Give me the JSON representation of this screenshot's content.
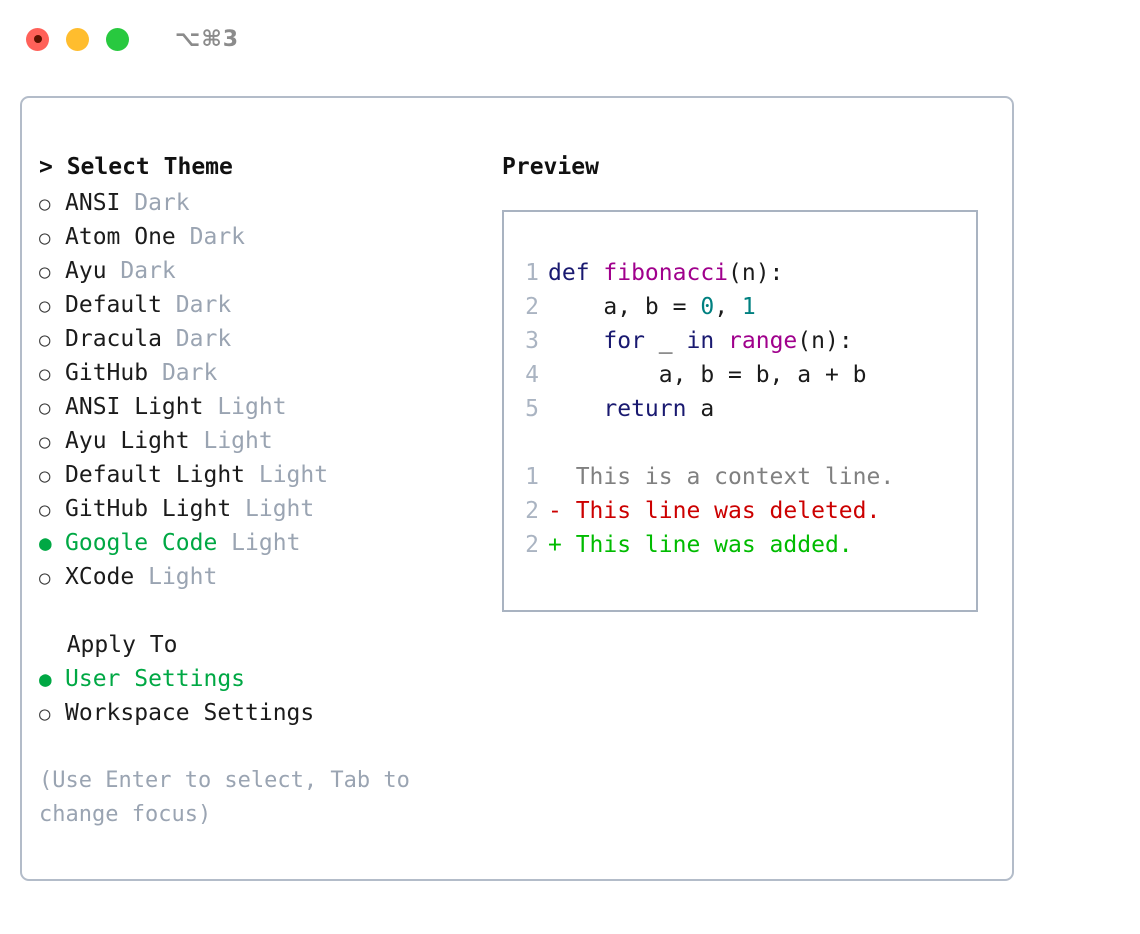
{
  "window": {
    "title": "⌥⌘3",
    "traffic_lights": [
      {
        "name": "close",
        "color": "#ff6159",
        "focused": true
      },
      {
        "name": "minimize",
        "color": "#ffbd2e",
        "focused": false
      },
      {
        "name": "zoom",
        "color": "#28c93f",
        "focused": false
      }
    ]
  },
  "theme_picker": {
    "heading": "> Select Theme",
    "bullet_selected": "●",
    "bullet_unselected": "○",
    "options": [
      {
        "label": "ANSI",
        "tag": "Dark",
        "selected": false
      },
      {
        "label": "Atom One",
        "tag": "Dark",
        "selected": false
      },
      {
        "label": "Ayu",
        "tag": "Dark",
        "selected": false
      },
      {
        "label": "Default",
        "tag": "Dark",
        "selected": false
      },
      {
        "label": "Dracula",
        "tag": "Dark",
        "selected": false
      },
      {
        "label": "GitHub",
        "tag": "Dark",
        "selected": false
      },
      {
        "label": "ANSI Light",
        "tag": "Light",
        "selected": false
      },
      {
        "label": "Ayu Light",
        "tag": "Light",
        "selected": false
      },
      {
        "label": "Default Light",
        "tag": "Light",
        "selected": false
      },
      {
        "label": "GitHub Light",
        "tag": "Light",
        "selected": false
      },
      {
        "label": "Google Code",
        "tag": "Light",
        "selected": true
      },
      {
        "label": "XCode",
        "tag": "Light",
        "selected": false
      }
    ]
  },
  "apply_to": {
    "heading": "  Apply To",
    "options": [
      {
        "label": "User Settings",
        "selected": true
      },
      {
        "label": "Workspace Settings",
        "selected": false
      }
    ]
  },
  "hint": "(Use Enter to select, Tab to change focus)",
  "preview": {
    "title": "Preview",
    "code_lines": [
      {
        "num": "1",
        "tokens": [
          {
            "t": "def ",
            "c": "kw"
          },
          {
            "t": "fibonacci",
            "c": "fn"
          },
          {
            "t": "(n):",
            "c": "plain"
          }
        ]
      },
      {
        "num": "2",
        "tokens": [
          {
            "t": "    a, b = ",
            "c": "plain"
          },
          {
            "t": "0",
            "c": "num"
          },
          {
            "t": ", ",
            "c": "plain"
          },
          {
            "t": "1",
            "c": "num"
          }
        ]
      },
      {
        "num": "3",
        "tokens": [
          {
            "t": "    ",
            "c": "plain"
          },
          {
            "t": "for",
            "c": "kw"
          },
          {
            "t": " _ ",
            "c": "plain"
          },
          {
            "t": "in",
            "c": "kw"
          },
          {
            "t": " ",
            "c": "plain"
          },
          {
            "t": "range",
            "c": "fn"
          },
          {
            "t": "(n):",
            "c": "plain"
          }
        ]
      },
      {
        "num": "4",
        "tokens": [
          {
            "t": "        a, b = b, a + b",
            "c": "plain"
          }
        ]
      },
      {
        "num": "5",
        "tokens": [
          {
            "t": "    ",
            "c": "plain"
          },
          {
            "t": "return",
            "c": "kw"
          },
          {
            "t": " a",
            "c": "plain"
          }
        ]
      }
    ],
    "diff_lines": [
      {
        "num": "1",
        "marker": "  ",
        "text": "  This is a context line.",
        "kind": "ctx"
      },
      {
        "num": "2",
        "marker": "- ",
        "text": "- This line was deleted.",
        "kind": "del"
      },
      {
        "num": "2",
        "marker": "+ ",
        "text": "+ This line was added.",
        "kind": "add"
      }
    ]
  },
  "colors": {
    "accent_green": "#00a844",
    "diff_added": "#00bb00",
    "diff_deleted": "#cc0000",
    "muted": "#9aa4b2",
    "border": "#b3bcc9",
    "keyword": "#191970",
    "function": "#a0008c",
    "number": "#008080"
  }
}
